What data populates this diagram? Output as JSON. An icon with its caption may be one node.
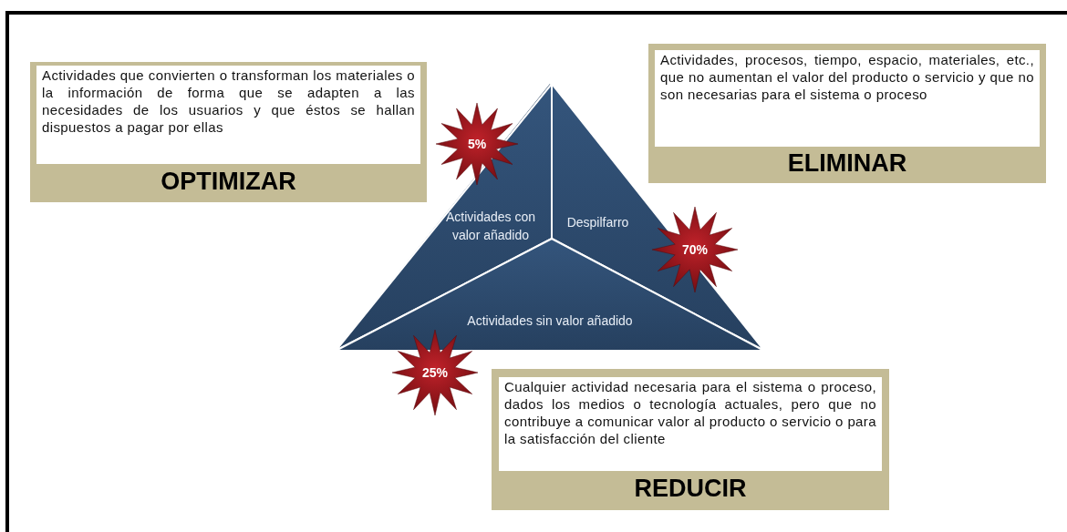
{
  "diagram": {
    "nodes": [
      {
        "text": [
          "Actividades que convierten o transforman los materiales o la información de forma que se adapten a las necesidades de los usuarios y que éstos se hallan dispuestos  a pagar por ellas",
          "OPTIMIZAR"
        ]
      },
      {
        "text": [
          "5%"
        ]
      },
      {
        "text": [
          "Actividades, procesos, tiempo, espacio, materiales, etc., que no aumentan el valor del producto o servicio y que no son necesarias para el sistema o proceso",
          "ELIMINAR"
        ]
      },
      {
        "text": [],
        "shape": "triangle"
      },
      {
        "text": [
          "Actividades con valor añadido"
        ],
        "in": 3
      },
      {
        "text": [
          "Despilfarro"
        ],
        "in": 3
      },
      {
        "text": [
          "Actividades sin valor añadido"
        ],
        "in": 3
      },
      {
        "text": [
          "70%"
        ]
      },
      {
        "text": [
          "25%"
        ]
      },
      {
        "text": [
          "Cualquier actividad necesaria para el sistema o proceso, dados los medios o tecnología actuales, pero que no contribuye a comunicar valor al producto o servicio o para la satisfacción del cliente",
          "REDUCIR"
        ]
      }
    ]
  }
}
